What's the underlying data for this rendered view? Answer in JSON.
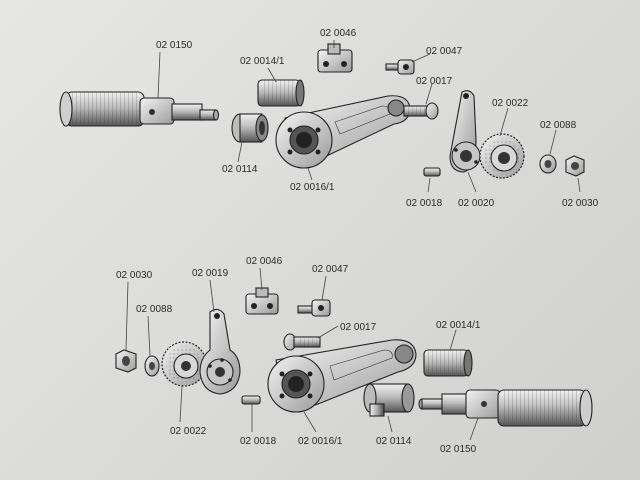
{
  "top_assembly": {
    "grip_part": "02 0150",
    "spacer_part": "02 0114",
    "sleeve_part": "02 0014/1",
    "arm_part": "02 0016/1",
    "clevis_part": "02 0046",
    "rod_end_part": "02 0047",
    "bolt_part": "02 0017",
    "pin_part": "02 0018",
    "bracket_part": "02 0020",
    "gear_part": "02 0022",
    "washer_part": "02 0088",
    "nut_part": "02 0030"
  },
  "bottom_assembly": {
    "nut_part": "02 0030",
    "washer_part": "02 0088",
    "bracket_part": "02 0019",
    "gear_part": "02 0022",
    "pin_part": "02 0018",
    "clevis_part": "02 0046",
    "rod_end_part": "02 0047",
    "bolt_part": "02 0017",
    "arm_part": "02 0016/1",
    "spacer_part": "02 0114",
    "sleeve_part": "02 0014/1",
    "grip_part": "02 0150"
  }
}
